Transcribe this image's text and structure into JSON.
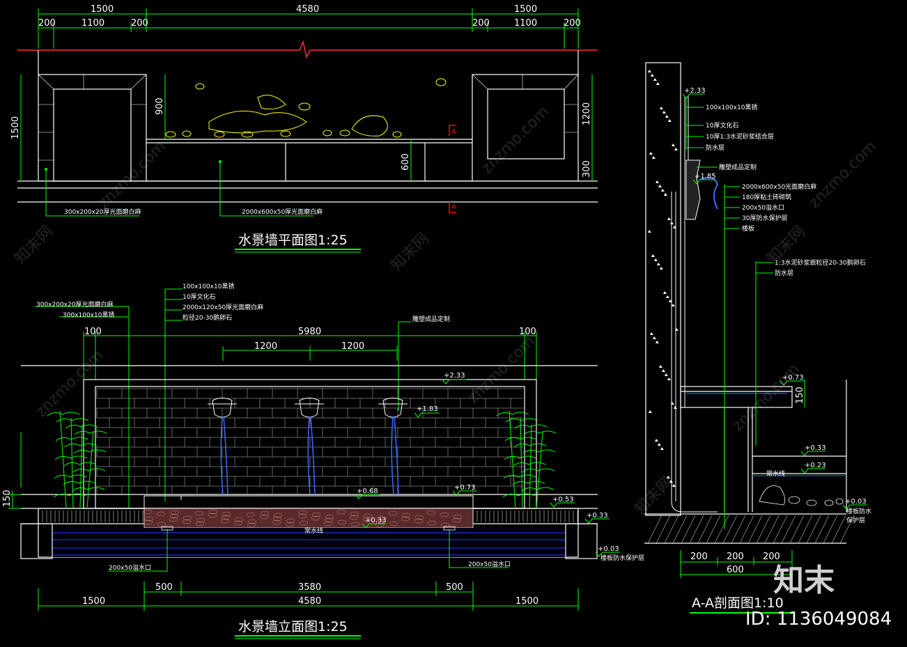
{
  "titles": {
    "plan": "水景墙平面图1:25",
    "elevation": "水景墙立面图1:25",
    "section": "A-A剖面图1:10"
  },
  "plan": {
    "dims_top": [
      "1500",
      "4580",
      "1500"
    ],
    "dims_sub_left": [
      "200",
      "1100",
      "200"
    ],
    "dims_sub_right": [
      "200",
      "1100",
      "200"
    ],
    "dim_left": "1500",
    "dim_900": "900",
    "dim_600": "600",
    "dim_1200": "1200",
    "dim_300": "300",
    "section_mark": "A",
    "labels": [
      "300x200x20厚光面磨白麻",
      "2000x600x50厚光面磨白麻"
    ]
  },
  "elevation": {
    "dims_top": [
      "100",
      "5980",
      "100"
    ],
    "dims_sub": [
      "1200",
      "1200"
    ],
    "dims_bottom1": [
      "500",
      "3580",
      "500"
    ],
    "dims_bottom2": [
      "1500",
      "4580",
      "1500"
    ],
    "dim_side": "150",
    "labels_left": [
      "300x200x20厚光面磨白麻",
      "300x100x10黑锈"
    ],
    "labels_center": [
      "100x100x10黑锈",
      "10厚文化石",
      "2000x120x50厚光面磨白麻",
      "粒径20-30鹅卵石"
    ],
    "label_right": "雕塑成品定制",
    "levels": [
      "+2.33",
      "+1.83",
      "+0.73",
      "+0.68",
      "+0.53",
      "+0.33",
      "+0.33",
      "+0.03"
    ],
    "water_line": "常水线",
    "drain_left": "200x50溢水口",
    "drain_right": "200x50溢水口",
    "bottom_note": "楼板防水保护层"
  },
  "section": {
    "levels": [
      "+2.33",
      "+1.85",
      "+0.73",
      "+0.33",
      "+0.23",
      "+0.03"
    ],
    "labels_upper": [
      "100x100x10黑锈",
      "10厚文化石",
      "10厚1:3水泥砂浆结合层",
      "防水层"
    ],
    "label_sculpture": "雕塑成品定制",
    "labels_mid": [
      "2000x600x50光面磨白麻",
      "180厚粘土砖砌筑",
      "200x50溢水口",
      "30厚防水保护层",
      "楼板"
    ],
    "labels_pool": [
      "1:3水泥砂浆嵌粒径20-30鹅卵石",
      "防水层"
    ],
    "dim_150": "150",
    "water_line": "常水线",
    "bottom_note1": "楼板防水",
    "bottom_note2": "保护层",
    "dims_bottom": [
      "200",
      "200",
      "200"
    ],
    "dim_total": "600"
  },
  "watermark": {
    "text": "znzmo.com",
    "text_cn": "知末网",
    "logo": "知末",
    "id": "ID: 1136049084"
  },
  "colors": {
    "background": "#000000",
    "dimension": "#00ff00",
    "wall": "#ffffff",
    "level": "#00ff00",
    "water": "#0040ff",
    "plant": "#00ff00",
    "section_mark": "#ff0000",
    "rock": "#ffff00"
  }
}
